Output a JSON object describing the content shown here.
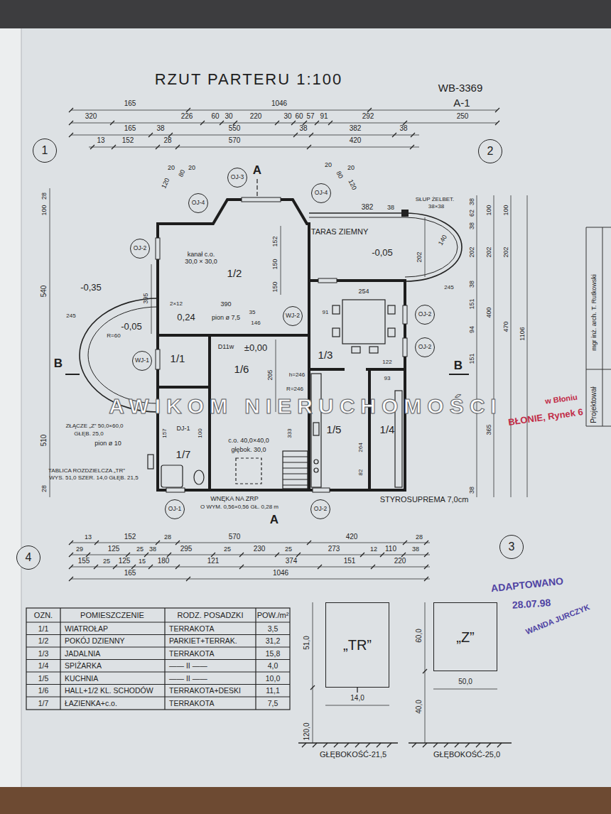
{
  "diagram": {
    "title": "RZUT PARTERU 1:100",
    "nodes": [
      {
        "text": [
          "1"
        ]
      },
      {
        "text": [
          "2"
        ]
      },
      {
        "text": [
          "OJ-3"
        ]
      },
      {
        "text": [
          "OJ-4"
        ]
      },
      {
        "text": [
          "OJ-4"
        ]
      },
      {
        "text": [
          "OJ-2"
        ]
      },
      {
        "text": [
          "WJ-2"
        ]
      },
      {
        "text": [
          "OJ-2"
        ]
      },
      {
        "text": [
          "OJ-2"
        ]
      },
      {
        "text": [
          "WJ-1"
        ]
      },
      {
        "text": [
          "1/2"
        ]
      },
      {
        "text": [
          "1/3"
        ]
      },
      {
        "text": [
          "1/1"
        ]
      },
      {
        "text": [
          "1/6"
        ]
      },
      {
        "text": [
          "1/5"
        ]
      },
      {
        "text": [
          "1/4"
        ]
      },
      {
        "text": [
          "1/7"
        ]
      },
      {
        "text": [
          "OJ-1"
        ]
      },
      {
        "text": [
          "OJ-2"
        ]
      },
      {
        "text": [
          "4"
        ]
      },
      {
        "text": [
          "3"
        ]
      },
      {
        "text": [
          "„TR”"
        ]
      },
      {
        "text": [
          "„Z”"
        ]
      }
    ],
    "labels": [
      "WB-3369",
      "A-1",
      "165",
      "1046",
      "320",
      "226",
      "60",
      "30",
      "220",
      "30",
      "60",
      "57",
      "91",
      "292",
      "250",
      "165",
      "38",
      "550",
      "38",
      "382",
      "38",
      "13",
      "152",
      "28",
      "570",
      "420",
      "20",
      "120",
      "80",
      "20",
      "20",
      "80",
      "20",
      "120",
      "A",
      "A",
      "B",
      "B",
      "382",
      "38",
      "SŁUP ŻELBET.",
      "38×38",
      "TARAS ZIEMNY",
      "-0,05",
      "202",
      "140",
      "245",
      "38",
      "62",
      "38",
      "202",
      "38",
      "151",
      "94",
      "151",
      "38",
      "100",
      "202",
      "400",
      "365",
      "100",
      "202",
      "470",
      "1106",
      "28",
      "100",
      "540",
      "510",
      "28",
      "395",
      "-0,35",
      "-0,05",
      "245",
      "0,24",
      "2×12",
      "kanał c.o.",
      "30,0 × 30,0",
      "152",
      "150",
      "150",
      "205",
      "390",
      "pion ø 7,5",
      "±0,00",
      "146",
      "35",
      "91",
      "254",
      "122",
      "93",
      "D11w",
      "DJ-1",
      "R=60",
      "R=246",
      "h=246",
      "ZŁĄCZE „Z” 50,0×60,0",
      "GŁĘB. 25,0",
      "pion ø 10",
      "TABLICA ROZDZIELCZA „TR”",
      "WYS. 51,0 SZER. 14,0 GŁĘB. 21,5",
      "157",
      "100",
      "c.o. 40,0×40,0",
      "głębok. 30,0",
      "333",
      "264",
      "82",
      "WNĘKA NA ZRP",
      "O WYM. 0,56×0,56 GŁ. 0,28 m",
      "STYROSUPREMA 7,0cm",
      "13",
      "152",
      "28",
      "570",
      "420",
      "28",
      "29",
      "125",
      "25",
      "38",
      "295",
      "25",
      "230",
      "25",
      "273",
      "12",
      "110",
      "38",
      "155",
      "25",
      "125",
      "15",
      "180",
      "121",
      "374",
      "151",
      "220",
      "165",
      "1046",
      "OZN.",
      "POMIESZCZENIE",
      "RODZ. POSADZKI",
      "POW./m²",
      "1/1",
      "WIATROŁAP",
      "TERRAKOTA",
      "3,5",
      "1/2",
      "POKÓJ DZIENNY",
      "PARKIET+TERRAK.",
      "31,2",
      "1/3",
      "JADALNIA",
      "TERRAKOTA",
      "15,8",
      "1/4",
      "SPIŻARKA",
      "—— II ——",
      "4,0",
      "1/5",
      "KUCHNIA",
      "—— II ——",
      "10,0",
      "1/6",
      "HALL+1/2 KL. SCHODÓW",
      "TERRAKOTA+DESKI",
      "11,1",
      "1/7",
      "ŁAZIENKA+c.o.",
      "TERRAKOTA",
      "7,5",
      "51,0",
      "14,0",
      "120,0",
      "GŁĘBOKOŚĆ-21,5",
      "60,0",
      "50,0",
      "40,0",
      "GŁĘBOKOŚĆ-25,0",
      "AWIKOM NIERUCHOMOŚCI",
      "ADAPTOWANO",
      "28.07.98",
      "WANDA JURCZYK",
      "w Błoniu",
      "BŁONIE, Rynek 6",
      "Projektował",
      "mgr inż. arch. T. Rutkowski"
    ]
  }
}
